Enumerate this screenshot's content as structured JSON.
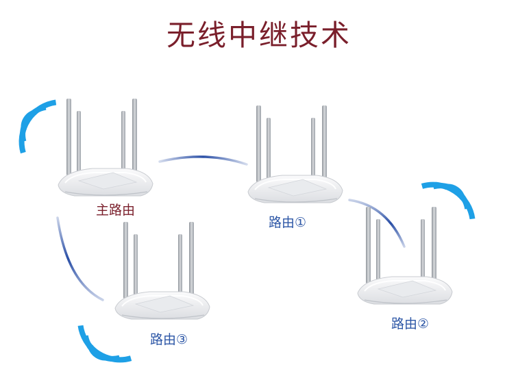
{
  "title": "无线中继技术",
  "routers": {
    "main": {
      "label": "主路由"
    },
    "r1": {
      "label": "路由①"
    },
    "r2": {
      "label": "路由②"
    },
    "r3": {
      "label": "路由③"
    }
  },
  "colors": {
    "title": "#7a1f2b",
    "main_label": "#7a1f2b",
    "router_label": "#2c56a6",
    "wifi_waves": "#1ea0e6",
    "link": "#2a4fa6",
    "router_body": "#f3f4f6",
    "antenna": "#b9bcc2"
  },
  "icons": [
    "wifi-signal-icon",
    "router-icon"
  ]
}
